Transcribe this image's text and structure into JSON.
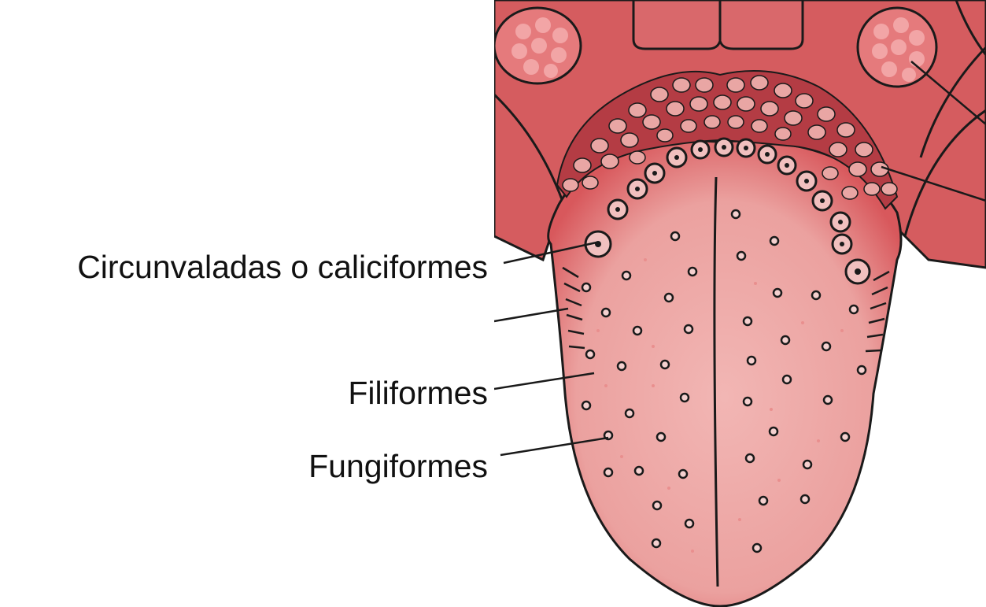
{
  "labels": {
    "circunvaladas": "Circunvaladas o caliciformes",
    "filiformes": "Filiformes",
    "fungiformes": "Fungiformes"
  },
  "colors": {
    "tongue": "#e99a98",
    "tongue_edge": "#cf4d51",
    "tissue": "#d55c5f",
    "tonsil": "#e57a7c",
    "outline": "#1a1a1a"
  }
}
